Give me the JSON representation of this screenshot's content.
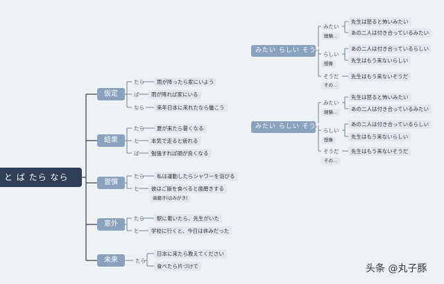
{
  "root": "と ば たら なら",
  "branches": [
    {
      "label": "仮定",
      "items": [
        {
          "marker": "たら",
          "text": "雨が降ったら家にいよう"
        },
        {
          "marker": "ば",
          "text": "雨が降れば家にいる"
        },
        {
          "marker": "なら",
          "text": "来年日本に来れたなら働こう"
        }
      ]
    },
    {
      "label": "結果",
      "items": [
        {
          "marker": "たら",
          "text": "夏が来たら暑くなる"
        },
        {
          "marker": "と",
          "text": "本気で走ると疲れる"
        },
        {
          "marker": "ば",
          "text": "勉強すれば頭が良くなる"
        }
      ]
    },
    {
      "label": "習慣",
      "items": [
        {
          "marker": "たら",
          "text": "私は運動したらシャワーを浴びる"
        },
        {
          "marker": "と",
          "text": "彼はご飯を食べると歯磨きする"
        }
      ],
      "note": "歯磨き(はみがき)"
    },
    {
      "label": "意外",
      "items": [
        {
          "marker": "たら",
          "text": "駅に着いたら、先生がいた"
        },
        {
          "marker": "と",
          "text": "学校に行くと、今日は休みだった"
        }
      ]
    },
    {
      "label": "未来",
      "items": [
        {
          "marker": "たら",
          "text": "日本に来たら教えてください"
        },
        {
          "marker": "",
          "text": "食べたら片づけて"
        }
      ]
    }
  ],
  "right": [
    {
      "label": "みたい らしい そうだ",
      "groups": [
        {
          "marker": "みたい",
          "sublabel": "経験...",
          "items": [
            "先生は怒ると怖いみたい",
            "あの二人は付き合っているみたい"
          ]
        },
        {
          "marker": "らしい",
          "sublabel": "想像",
          "items": [
            "あの二人は付き合っているらしい",
            "先生はもう来ないらしい"
          ]
        },
        {
          "marker": "そうだ",
          "sublabel": "その...",
          "items": [
            "先生はもう来ないそうだ"
          ]
        }
      ]
    },
    {
      "label": "みたい らしい そうだ",
      "groups": [
        {
          "marker": "みたい",
          "sublabel": "経験...",
          "items": [
            "先生は怒ると怖いみたい",
            "あの二人は付き合っているみたい"
          ]
        },
        {
          "marker": "らしい",
          "sublabel": "想像",
          "items": [
            "あの二人は付き合っているらしい",
            "先生はもう来ないらしい"
          ]
        },
        {
          "marker": "そうだ",
          "sublabel": "その...",
          "items": [
            "先生はもう来ないそうだ"
          ]
        }
      ]
    }
  ],
  "watermark": "头条 @丸子豚"
}
